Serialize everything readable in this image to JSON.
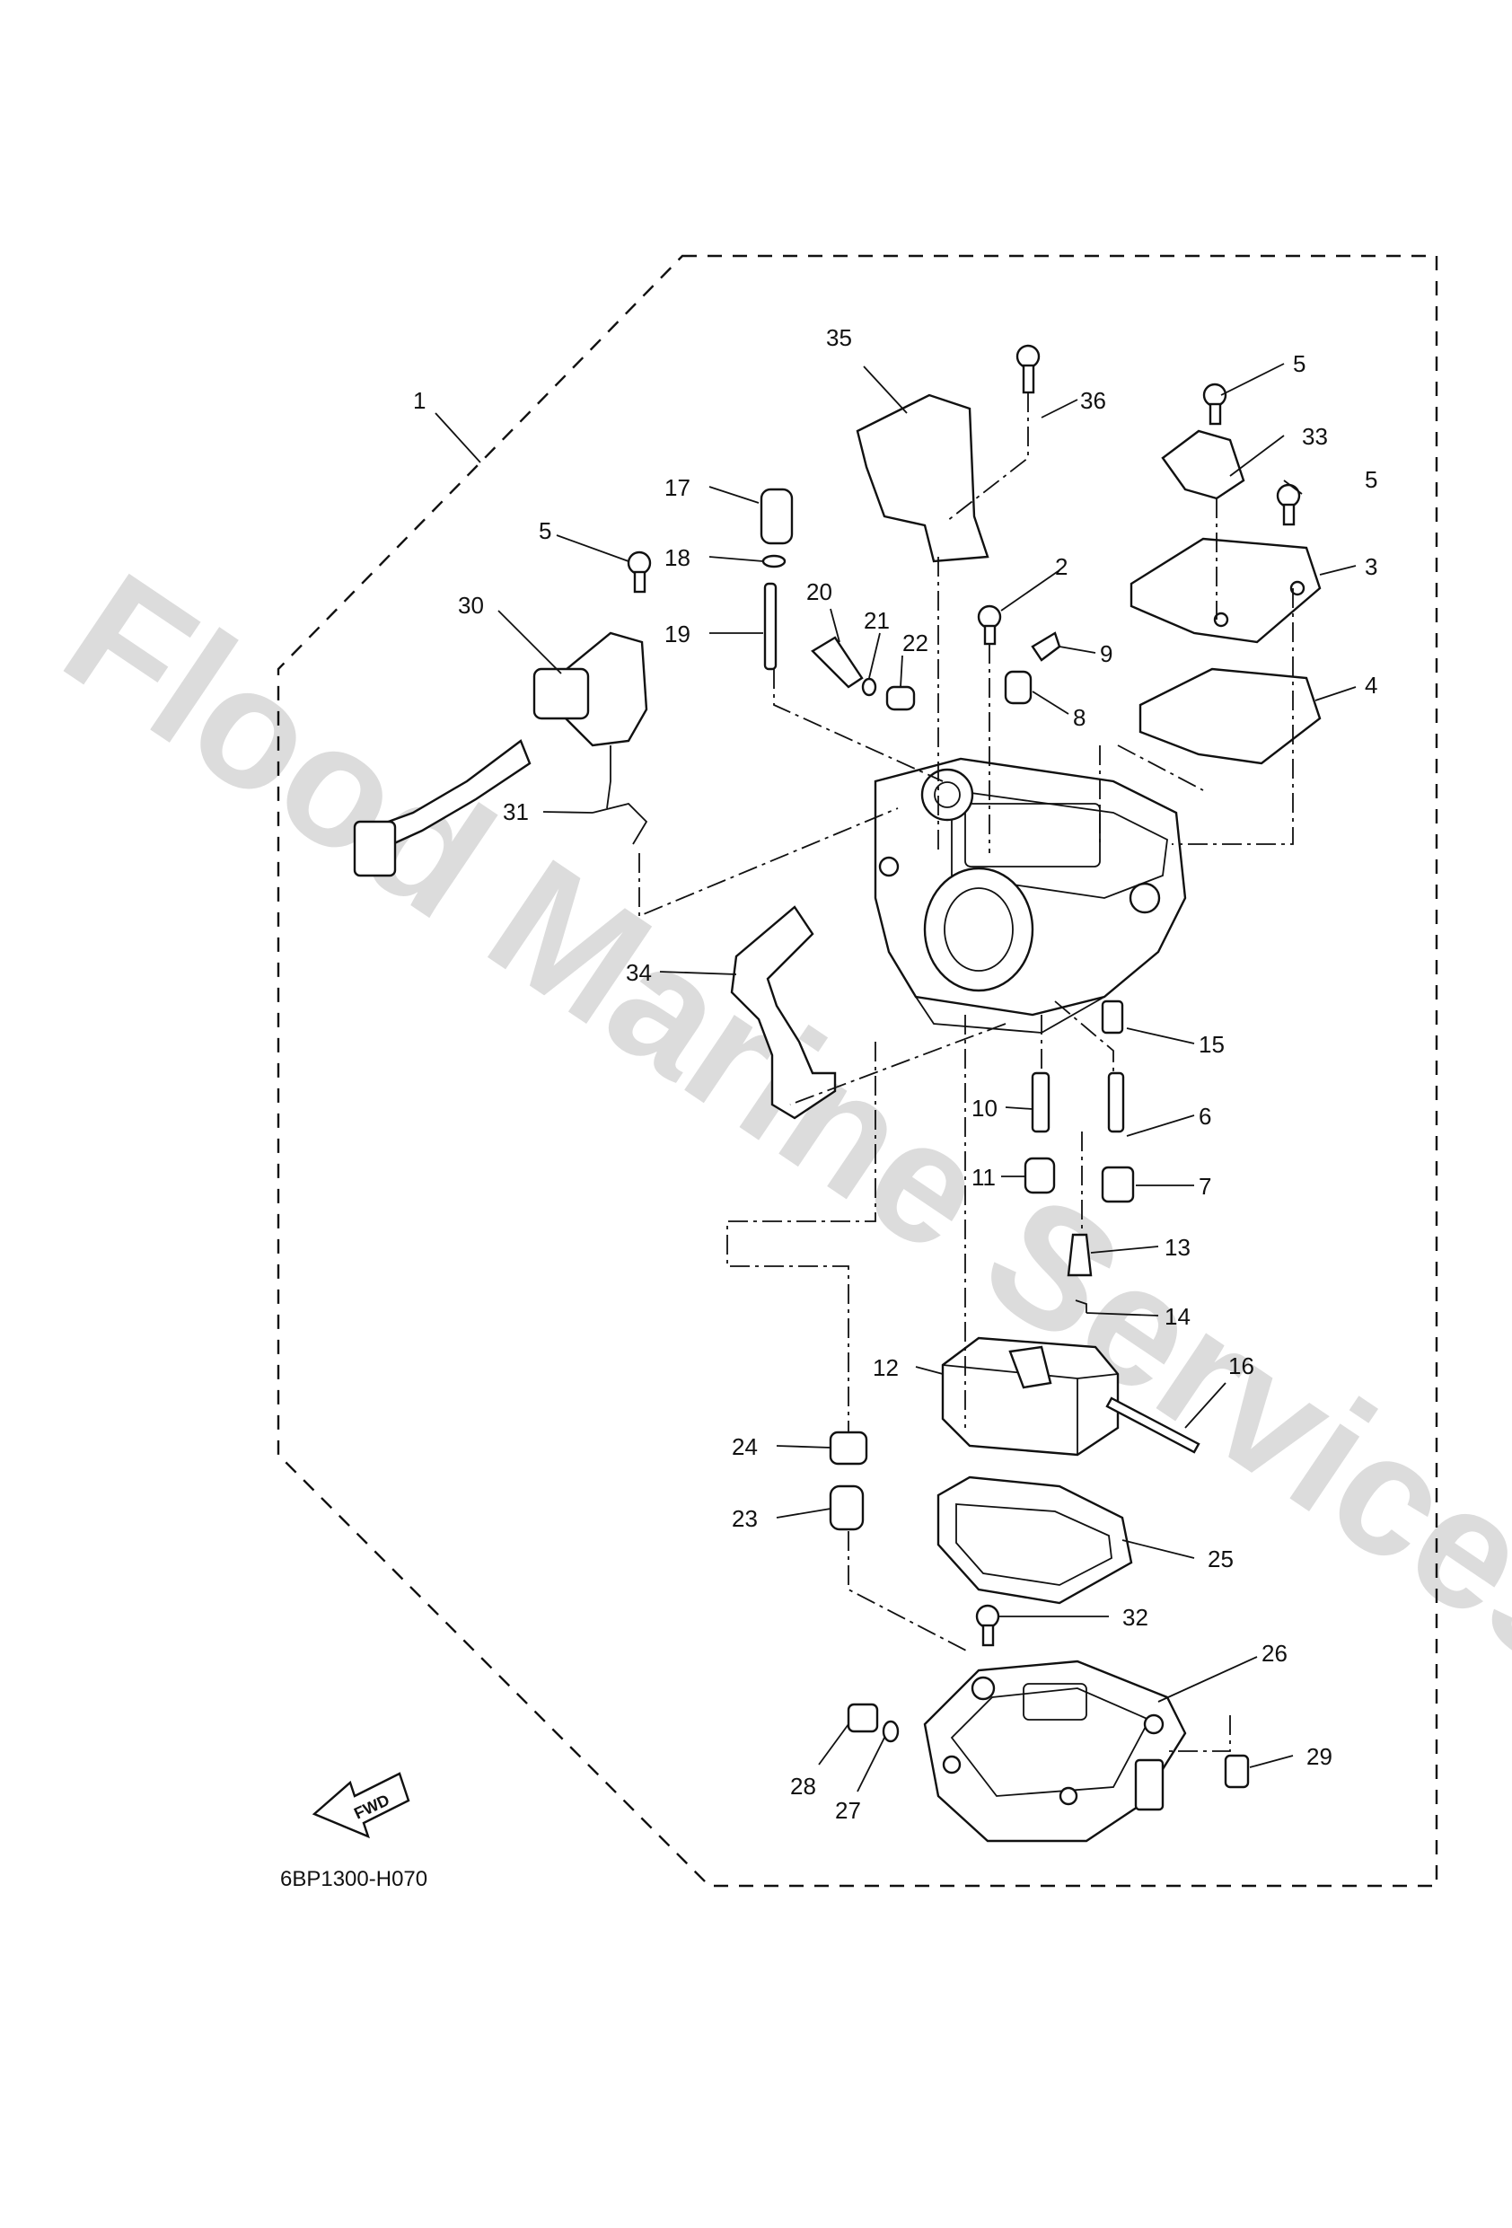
{
  "watermark": "Flood Marine Services",
  "diagram_code": "6BP1300-H070",
  "fwd_label": "FWD",
  "callouts": {
    "c1": "1",
    "c2": "2",
    "c3": "3",
    "c4": "4",
    "c5a": "5",
    "c5b": "5",
    "c5c": "5",
    "c6": "6",
    "c7": "7",
    "c8": "8",
    "c9": "9",
    "c10": "10",
    "c11": "11",
    "c12": "12",
    "c13": "13",
    "c14": "14",
    "c15": "15",
    "c16": "16",
    "c17": "17",
    "c18": "18",
    "c19": "19",
    "c20": "20",
    "c21": "21",
    "c22": "22",
    "c23": "23",
    "c24": "24",
    "c25": "25",
    "c26": "26",
    "c27": "27",
    "c28": "28",
    "c29": "29",
    "c30": "30",
    "c31": "31",
    "c32": "32",
    "c33": "33",
    "c34": "34",
    "c35": "35",
    "c36": "36"
  }
}
